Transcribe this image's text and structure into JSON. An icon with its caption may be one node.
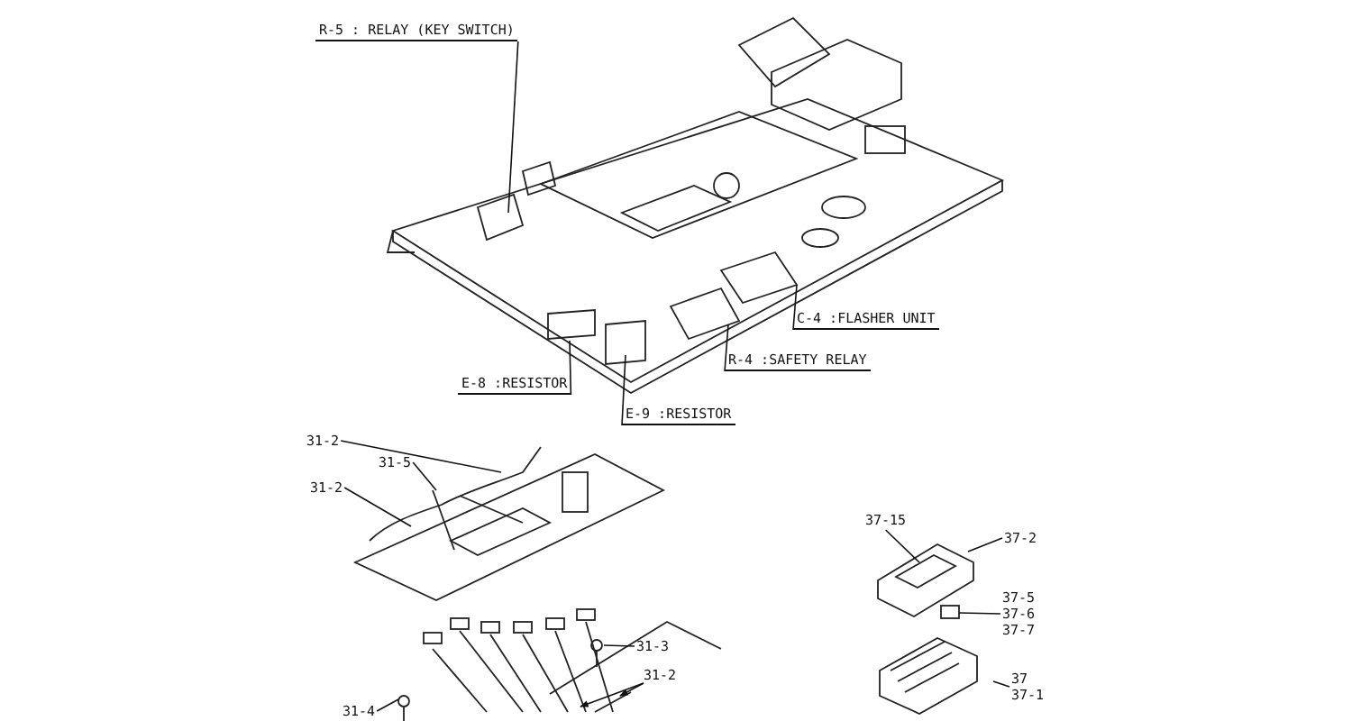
{
  "diagram": {
    "nodes": [
      {
        "text": [
          "R-5 : RELAY (KEY SWITCH)"
        ]
      },
      {
        "text": [
          "C-4 :FLASHER UNIT"
        ]
      },
      {
        "text": [
          "R-4 :SAFETY RELAY"
        ]
      },
      {
        "text": [
          "E-8 :RESISTOR"
        ]
      },
      {
        "text": [
          "E-9 :RESISTOR"
        ]
      },
      {
        "text": [
          "31-2"
        ]
      },
      {
        "text": [
          "31-5"
        ]
      },
      {
        "text": [
          "31-2"
        ]
      },
      {
        "text": [
          "31-3"
        ]
      },
      {
        "text": [
          "31-2"
        ]
      },
      {
        "text": [
          "31-4"
        ]
      },
      {
        "text": [
          "37-15"
        ]
      },
      {
        "text": [
          "37-2"
        ]
      },
      {
        "text": [
          "37-5",
          "37-6",
          "37-7"
        ]
      },
      {
        "text": [
          "37",
          "37-1"
        ]
      }
    ],
    "edges": [
      {
        "from": 0,
        "to": null,
        "arrow": "none"
      },
      {
        "from": 1,
        "to": null,
        "arrow": "none"
      },
      {
        "from": 2,
        "to": null,
        "arrow": "none"
      },
      {
        "from": 3,
        "to": null,
        "arrow": "none"
      },
      {
        "from": 4,
        "to": null,
        "arrow": "none"
      },
      {
        "from": 5,
        "to": null,
        "arrow": "none"
      },
      {
        "from": 6,
        "to": null,
        "arrow": "none"
      },
      {
        "from": 7,
        "to": null,
        "arrow": "none"
      },
      {
        "from": 8,
        "to": null,
        "arrow": "none"
      },
      {
        "from": 9,
        "to": null,
        "arrow": "to"
      },
      {
        "from": 9,
        "to": null,
        "arrow": "to"
      },
      {
        "from": 10,
        "to": null,
        "arrow": "none"
      },
      {
        "from": 11,
        "to": null,
        "arrow": "none"
      },
      {
        "from": 12,
        "to": null,
        "arrow": "none"
      },
      {
        "from": 13,
        "to": null,
        "arrow": "none"
      },
      {
        "from": 14,
        "to": null,
        "arrow": "none"
      }
    ]
  }
}
